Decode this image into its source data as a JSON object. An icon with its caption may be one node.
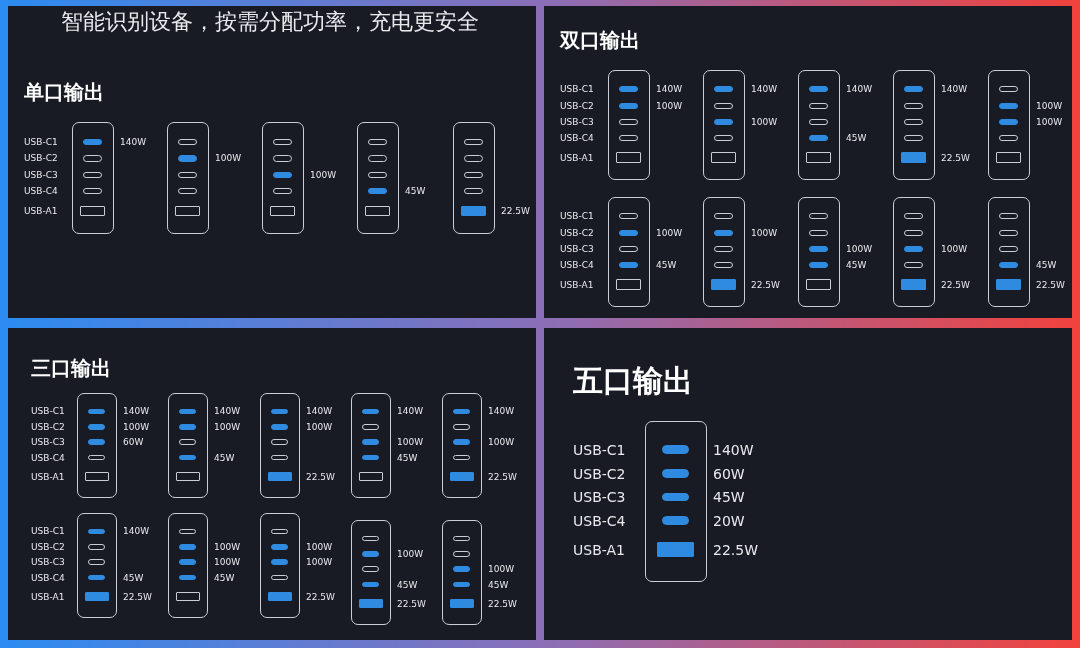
{
  "diagram": {
    "title": "智能识别设备，按需分配功率，充电更安全",
    "nodes": [
      {
        "text": [
          "单口输出"
        ]
      },
      {
        "text": [],
        "shape": "box",
        "in": 0
      },
      {
        "text": [],
        "shape": "bar",
        "in": 1,
        "beside": [
          "140W"
        ]
      },
      {
        "text": [],
        "shape": "bar",
        "in": 1
      },
      {
        "text": [],
        "shape": "bar",
        "in": 1
      },
      {
        "text": [],
        "shape": "bar",
        "in": 1
      },
      {
        "text": [],
        "shape": "box",
        "in": 1
      },
      {
        "text": [],
        "shape": "box",
        "in": 0
      },
      {
        "text": [],
        "shape": "bar",
        "in": 7
      },
      {
        "text": [],
        "shape": "bar",
        "in": 7,
        "beside": [
          "100W"
        ]
      },
      {
        "text": [],
        "shape": "bar",
        "in": 7
      },
      {
        "text": [],
        "shape": "bar",
        "in": 7
      },
      {
        "text": [],
        "shape": "box",
        "in": 7
      },
      {
        "text": [],
        "shape": "box",
        "in": 0
      },
      {
        "text": [],
        "shape": "bar",
        "in": 13
      },
      {
        "text": [],
        "shape": "bar",
        "in": 13
      },
      {
        "text": [],
        "shape": "bar",
        "in": 13,
        "beside": [
          "100W"
        ]
      },
      {
        "text": [],
        "shape": "bar",
        "in": 13
      },
      {
        "text": [],
        "shape": "box",
        "in": 13
      },
      {
        "text": [],
        "shape": "box",
        "in": 0
      },
      {
        "text": [],
        "shape": "bar",
        "in": 19
      },
      {
        "text": [],
        "shape": "bar",
        "in": 19
      },
      {
        "text": [],
        "shape": "bar",
        "in": 19
      },
      {
        "text": [],
        "shape": "bar",
        "in": 19,
        "beside": [
          "45W"
        ]
      },
      {
        "text": [],
        "shape": "box",
        "in": 19
      },
      {
        "text": [],
        "shape": "box",
        "in": 0
      },
      {
        "text": [],
        "shape": "bar",
        "in": 25
      },
      {
        "text": [],
        "shape": "bar",
        "in": 25
      },
      {
        "text": [],
        "shape": "bar",
        "in": 25
      },
      {
        "text": [],
        "shape": "bar",
        "in": 25
      },
      {
        "text": [],
        "shape": "box",
        "in": 25,
        "beside": [
          "22.5W"
        ]
      },
      {
        "text": [
          "双口输出"
        ]
      },
      {
        "text": [],
        "shape": "box",
        "in": 31
      },
      {
        "text": [],
        "shape": "bar",
        "in": 32,
        "beside": [
          "140W"
        ]
      },
      {
        "text": [],
        "shape": "bar",
        "in": 32,
        "beside": [
          "100W"
        ]
      },
      {
        "text": [],
        "shape": "bar",
        "in": 32
      },
      {
        "text": [],
        "shape": "bar",
        "in": 32
      },
      {
        "text": [],
        "shape": "box",
        "in": 32
      },
      {
        "text": [],
        "shape": "box",
        "in": 31
      },
      {
        "text": [],
        "shape": "bar",
        "in": 38,
        "beside": [
          "140W"
        ]
      },
      {
        "text": [],
        "shape": "bar",
        "in": 38
      },
      {
        "text": [],
        "shape": "bar",
        "in": 38,
        "beside": [
          "100W"
        ]
      },
      {
        "text": [],
        "shape": "bar",
        "in": 38
      },
      {
        "text": [],
        "shape": "box",
        "in": 38
      },
      {
        "text": [],
        "shape": "box",
        "in": 31
      },
      {
        "text": [],
        "shape": "bar",
        "in": 44,
        "beside": [
          "140W"
        ]
      },
      {
        "text": [],
        "shape": "bar",
        "in": 44
      },
      {
        "text": [],
        "shape": "bar",
        "in": 44
      },
      {
        "text": [],
        "shape": "bar",
        "in": 44,
        "beside": [
          "45W"
        ]
      },
      {
        "text": [],
        "shape": "box",
        "in": 44
      },
      {
        "text": [],
        "shape": "box",
        "in": 31
      },
      {
        "text": [],
        "shape": "bar",
        "in": 50,
        "beside": [
          "140W"
        ]
      },
      {
        "text": [],
        "shape": "bar",
        "in": 50
      },
      {
        "text": [],
        "shape": "bar",
        "in": 50
      },
      {
        "text": [],
        "shape": "bar",
        "in": 50
      },
      {
        "text": [],
        "shape": "box",
        "in": 50,
        "beside": [
          "22.5W"
        ]
      },
      {
        "text": [],
        "shape": "box",
        "in": 31
      },
      {
        "text": [],
        "shape": "bar",
        "in": 56
      },
      {
        "text": [],
        "shape": "bar",
        "in": 56,
        "beside": [
          "100W"
        ]
      },
      {
        "text": [],
        "shape": "bar",
        "in": 56,
        "beside": [
          "100W"
        ]
      },
      {
        "text": [],
        "shape": "bar",
        "in": 56
      },
      {
        "text": [],
        "shape": "box",
        "in": 56
      },
      {
        "text": [],
        "shape": "box",
        "in": 31
      },
      {
        "text": [],
        "shape": "bar",
        "in": 62
      },
      {
        "text": [],
        "shape": "bar",
        "in": 62,
        "beside": [
          "100W"
        ]
      },
      {
        "text": [],
        "shape": "bar",
        "in": 62
      },
      {
        "text": [],
        "shape": "bar",
        "in": 62,
        "beside": [
          "45W"
        ]
      },
      {
        "text": [],
        "shape": "box",
        "in": 62
      },
      {
        "text": [],
        "shape": "box",
        "in": 31
      },
      {
        "text": [],
        "shape": "bar",
        "in": 68
      },
      {
        "text": [],
        "shape": "bar",
        "in": 68,
        "beside": [
          "100W"
        ]
      },
      {
        "text": [],
        "shape": "bar",
        "in": 68
      },
      {
        "text": [],
        "shape": "bar",
        "in": 68
      },
      {
        "text": [],
        "shape": "box",
        "in": 68,
        "beside": [
          "22.5W"
        ]
      },
      {
        "text": [],
        "shape": "box",
        "in": 31
      },
      {
        "text": [],
        "shape": "bar",
        "in": 74
      },
      {
        "text": [],
        "shape": "bar",
        "in": 74
      },
      {
        "text": [],
        "shape": "bar",
        "in": 74,
        "beside": [
          "100W"
        ]
      },
      {
        "text": [],
        "shape": "bar",
        "in": 74,
        "beside": [
          "45W"
        ]
      },
      {
        "text": [],
        "shape": "box",
        "in": 74
      },
      {
        "text": [],
        "shape": "box",
        "in": 31
      },
      {
        "text": [],
        "shape": "bar",
        "in": 80
      },
      {
        "text": [],
        "shape": "bar",
        "in": 80
      },
      {
        "text": [],
        "shape": "bar",
        "in": 80,
        "beside": [
          "100W"
        ]
      },
      {
        "text": [],
        "shape": "bar",
        "in": 80
      },
      {
        "text": [],
        "shape": "box",
        "in": 80,
        "beside": [
          "22.5W"
        ]
      },
      {
        "text": [],
        "shape": "box",
        "in": 31
      },
      {
        "text": [],
        "shape": "bar",
        "in": 86
      },
      {
        "text": [],
        "shape": "bar",
        "in": 86
      },
      {
        "text": [],
        "shape": "bar",
        "in": 86
      },
      {
        "text": [],
        "shape": "bar",
        "in": 86,
        "beside": [
          "45W"
        ]
      },
      {
        "text": [],
        "shape": "box",
        "in": 86,
        "beside": [
          "22.5W"
        ]
      },
      {
        "text": [
          "三口输出"
        ]
      },
      {
        "text": [],
        "shape": "box",
        "in": 92
      },
      {
        "text": [],
        "shape": "bar",
        "in": 93,
        "beside": [
          "140W"
        ]
      },
      {
        "text": [],
        "shape": "bar",
        "in": 93,
        "beside": [
          "100W"
        ]
      },
      {
        "text": [],
        "shape": "bar",
        "in": 93,
        "beside": [
          "60W"
        ]
      },
      {
        "text": [],
        "shape": "bar",
        "in": 93
      },
      {
        "text": [],
        "shape": "box",
        "in": 93
      },
      {
        "text": [],
        "shape": "box",
        "in": 92
      },
      {
        "text": [],
        "shape": "bar",
        "in": 99,
        "beside": [
          "140W"
        ]
      },
      {
        "text": [],
        "shape": "bar",
        "in": 99,
        "beside": [
          "100W"
        ]
      },
      {
        "text": [],
        "shape": "bar",
        "in": 99
      },
      {
        "text": [],
        "shape": "bar",
        "in": 99,
        "beside": [
          "45W"
        ]
      },
      {
        "text": [],
        "shape": "box",
        "in": 99
      },
      {
        "text": [],
        "shape": "box",
        "in": 92
      },
      {
        "text": [],
        "shape": "bar",
        "in": 105,
        "beside": [
          "140W"
        ]
      },
      {
        "text": [],
        "shape": "bar",
        "in": 105,
        "beside": [
          "100W"
        ]
      },
      {
        "text": [],
        "shape": "bar",
        "in": 105
      },
      {
        "text": [],
        "shape": "bar",
        "in": 105
      },
      {
        "text": [],
        "shape": "box",
        "in": 105,
        "beside": [
          "22.5W"
        ]
      },
      {
        "text": [],
        "shape": "box",
        "in": 92
      },
      {
        "text": [],
        "shape": "bar",
        "in": 111,
        "beside": [
          "140W"
        ]
      },
      {
        "text": [],
        "shape": "bar",
        "in": 111
      },
      {
        "text": [],
        "shape": "bar",
        "in": 111,
        "beside": [
          "100W"
        ]
      },
      {
        "text": [],
        "shape": "bar",
        "in": 111,
        "beside": [
          "45W"
        ]
      },
      {
        "text": [],
        "shape": "box",
        "in": 111
      },
      {
        "text": [],
        "shape": "box",
        "in": 92
      },
      {
        "text": [],
        "shape": "bar",
        "in": 117,
        "beside": [
          "140W"
        ]
      },
      {
        "text": [],
        "shape": "bar",
        "in": 117
      },
      {
        "text": [],
        "shape": "bar",
        "in": 117,
        "beside": [
          "100W"
        ]
      },
      {
        "text": [],
        "shape": "bar",
        "in": 117
      },
      {
        "text": [],
        "shape": "box",
        "in": 117,
        "beside": [
          "22.5W"
        ]
      },
      {
        "text": [],
        "shape": "box",
        "in": 92
      },
      {
        "text": [],
        "shape": "bar",
        "in": 123,
        "beside": [
          "140W"
        ]
      },
      {
        "text": [],
        "shape": "bar",
        "in": 123
      },
      {
        "text": [],
        "shape": "bar",
        "in": 123
      },
      {
        "text": [],
        "shape": "bar",
        "in": 123,
        "beside": [
          "45W"
        ]
      },
      {
        "text": [],
        "shape": "box",
        "in": 123,
        "beside": [
          "22.5W"
        ]
      },
      {
        "text": [],
        "shape": "box",
        "in": 92
      },
      {
        "text": [],
        "shape": "bar",
        "in": 129
      },
      {
        "text": [],
        "shape": "bar",
        "in": 129,
        "beside": [
          "100W"
        ]
      },
      {
        "text": [],
        "shape": "bar",
        "in": 129,
        "beside": [
          "100W"
        ]
      },
      {
        "text": [],
        "shape": "bar",
        "in": 129,
        "beside": [
          "45W"
        ]
      },
      {
        "text": [],
        "shape": "box",
        "in": 129
      },
      {
        "text": [],
        "shape": "box",
        "in": 92
      },
      {
        "text": [],
        "shape": "bar",
        "in": 135
      },
      {
        "text": [],
        "shape": "bar",
        "in": 135,
        "beside": [
          "100W"
        ]
      },
      {
        "text": [],
        "shape": "bar",
        "in": 135,
        "beside": [
          "100W"
        ]
      },
      {
        "text": [],
        "shape": "bar",
        "in": 135
      },
      {
        "text": [],
        "shape": "box",
        "in": 135,
        "beside": [
          "22.5W"
        ]
      },
      {
        "text": [],
        "shape": "box",
        "in": 92
      },
      {
        "text": [],
        "shape": "bar",
        "in": 141
      },
      {
        "text": [],
        "shape": "bar",
        "in": 141,
        "beside": [
          "100W"
        ]
      },
      {
        "text": [],
        "shape": "bar",
        "in": 141
      },
      {
        "text": [],
        "shape": "bar",
        "in": 141,
        "beside": [
          "45W"
        ]
      },
      {
        "text": [],
        "shape": "box",
        "in": 141,
        "beside": [
          "22.5W"
        ]
      },
      {
        "text": [],
        "shape": "box",
        "in": 92
      },
      {
        "text": [],
        "shape": "bar",
        "in": 147
      },
      {
        "text": [],
        "shape": "bar",
        "in": 147
      },
      {
        "text": [],
        "shape": "bar",
        "in": 147,
        "beside": [
          "100W"
        ]
      },
      {
        "text": [],
        "shape": "bar",
        "in": 147,
        "beside": [
          "45W"
        ]
      },
      {
        "text": [],
        "shape": "box",
        "in": 147,
        "beside": [
          "22.5W"
        ]
      },
      {
        "text": [
          "五口输出"
        ]
      },
      {
        "text": [],
        "shape": "box",
        "in": 153
      },
      {
        "text": [],
        "shape": "bar",
        "in": 154,
        "beside": [
          "140W"
        ]
      },
      {
        "text": [],
        "shape": "bar",
        "in": 154,
        "beside": [
          "60W"
        ]
      },
      {
        "text": [],
        "shape": "bar",
        "in": 154,
        "beside": [
          "45W"
        ]
      },
      {
        "text": [],
        "shape": "bar",
        "in": 154,
        "beside": [
          "20W"
        ]
      },
      {
        "text": [],
        "shape": "box",
        "in": 154,
        "beside": [
          "22.5W"
        ]
      }
    ],
    "labels": [
      "USB-C1",
      "USB-C2",
      "USB-C3",
      "USB-C4",
      "USB-A1",
      "USB-C1",
      "USB-C2",
      "USB-C3",
      "USB-C4",
      "USB-A1",
      "USB-C1",
      "USB-C2",
      "USB-C3",
      "USB-C4",
      "USB-A1",
      "USB-C1",
      "USB-C2",
      "USB-C3",
      "USB-C4",
      "USB-A1",
      "USB-C1",
      "USB-C2",
      "USB-C3",
      "USB-C4",
      "USB-A1",
      "USB-C1",
      "USB-C2",
      "USB-C3",
      "USB-C4",
      "USB-A1"
    ]
  }
}
